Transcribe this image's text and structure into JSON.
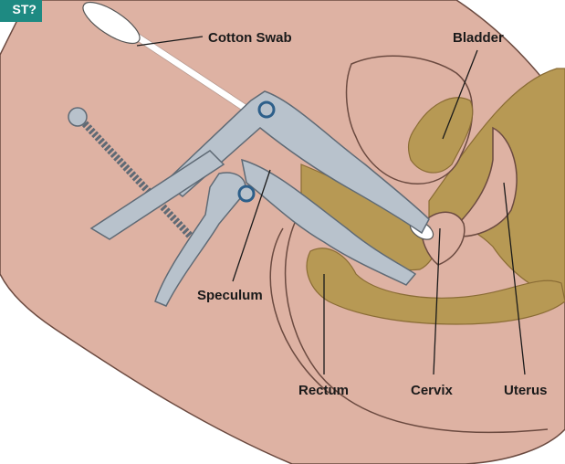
{
  "corner_tag": {
    "text": "ST?",
    "color": "#1e8a82"
  },
  "labels": {
    "cotton_swab": "Cotton Swab",
    "bladder": "Bladder",
    "speculum": "Speculum",
    "rectum": "Rectum",
    "cervix": "Cervix",
    "uterus": "Uterus"
  },
  "colors": {
    "skin": "#deb2a3",
    "skin_outline": "#6b4a40",
    "organ_tan": "#b79954",
    "organ_outline": "#8a6c35",
    "metal": "#b8c2cc",
    "metal_outline": "#5f6a75",
    "swab": "#ffffff"
  }
}
